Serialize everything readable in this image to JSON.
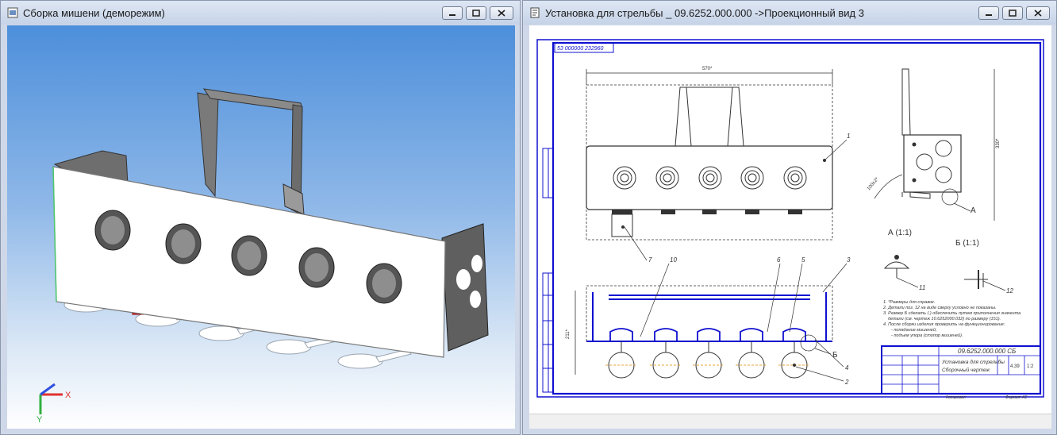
{
  "left_window": {
    "title": "Сборка мишени (деморежим)",
    "axes": {
      "x": "X",
      "y": "Y"
    }
  },
  "right_window": {
    "title": "Установка для стрельбы _ 09.6252.000.000 ->Проекционный вид 3",
    "drawing": {
      "stamp_code": "53 000000 232960",
      "dim_width": "570*",
      "dim_height": "330*",
      "dim_side": "211*",
      "dim_angle": "100±2*",
      "view_a": "А (1:1)",
      "view_b": "Б (1:1)",
      "marker_a": "А",
      "marker_b": "Б",
      "positions": [
        "1",
        "2",
        "3",
        "4",
        "5",
        "6",
        "7",
        "10",
        "11",
        "12"
      ],
      "notes": [
        "1. *Размеры для справок.",
        "2. Детали поз. 12 на виде сверху условно не показаны.",
        "3. Размер Б сделать ( ) обеспечить путем приполнения значента",
        "детали (см. чертеж 10.6252000.032) по размеру (151).",
        "4. После сборки изделия проверить на функционирование:",
        "- попадание мишеней;",
        "- подъем упора (стопор мишеней)."
      ],
      "title_block": {
        "code": "09.6252.000.000 СБ",
        "name_line1": "Установка для стрельбы",
        "name_line2": "Сборочный чертеж",
        "mass": "4.39",
        "scale": "1:2",
        "copied": "Копировал",
        "format": "Формат А2"
      }
    }
  }
}
